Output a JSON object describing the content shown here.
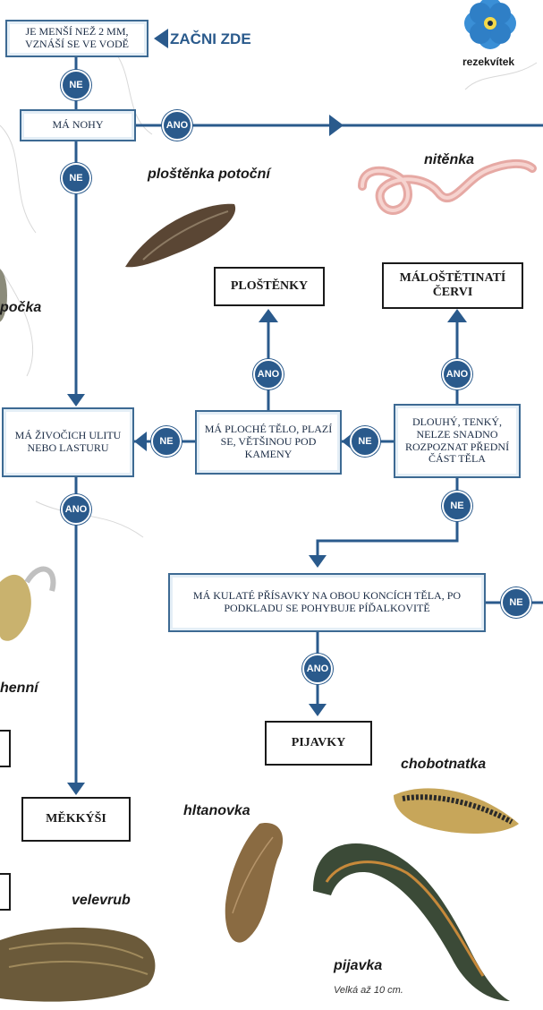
{
  "brand": {
    "name": "rezekvítek"
  },
  "start_label": "ZAČNI ZDE",
  "questions": {
    "size": "JE MENŠÍ NEŽ 2 MM, VZNÁŠÍ SE VE VODĚ",
    "legs": "MÁ NOHY",
    "shell": "MÁ ŽIVOČICH ULITU NEBO LASTURU",
    "flat": "MÁ PLOCHÉ TĚLO, PLAZÍ SE, VĚTŠINOU POD KAMENY",
    "long": "DLOUHÝ, TENKÝ, NELZE SNADNO ROZPOZNAT PŘEDNÍ ČÁST TĚLA",
    "suckers": "MÁ KULATÉ PŘÍSAVKY NA OBOU KONCÍCH TĚLA, PO PODKLADU SE POHYBUJE PÍĎALKOVITĚ"
  },
  "results": {
    "flatworms": "PLOŠTĚNKY",
    "oligochaetes": "MÁLOŠTĚTINATÍ ČERVI",
    "leeches": "PIJAVKY",
    "molluscs": "MĚKKÝŠI"
  },
  "badges": {
    "yes": "ANO",
    "no": "NE"
  },
  "species": {
    "planaria": "ploštěnka potoční",
    "tubifex": "nitěnka",
    "partial_left": "počka",
    "partial_henni": "henní",
    "proboscis": "chobotnatka",
    "erpobdella": "hltanovka",
    "unio": "velevrub",
    "leech": "pijavka"
  },
  "leech_note": "Velká až 10 cm.",
  "colors": {
    "line": "#2a5a8c",
    "badge": "#2a5a8c",
    "box_border": "#28486a"
  }
}
